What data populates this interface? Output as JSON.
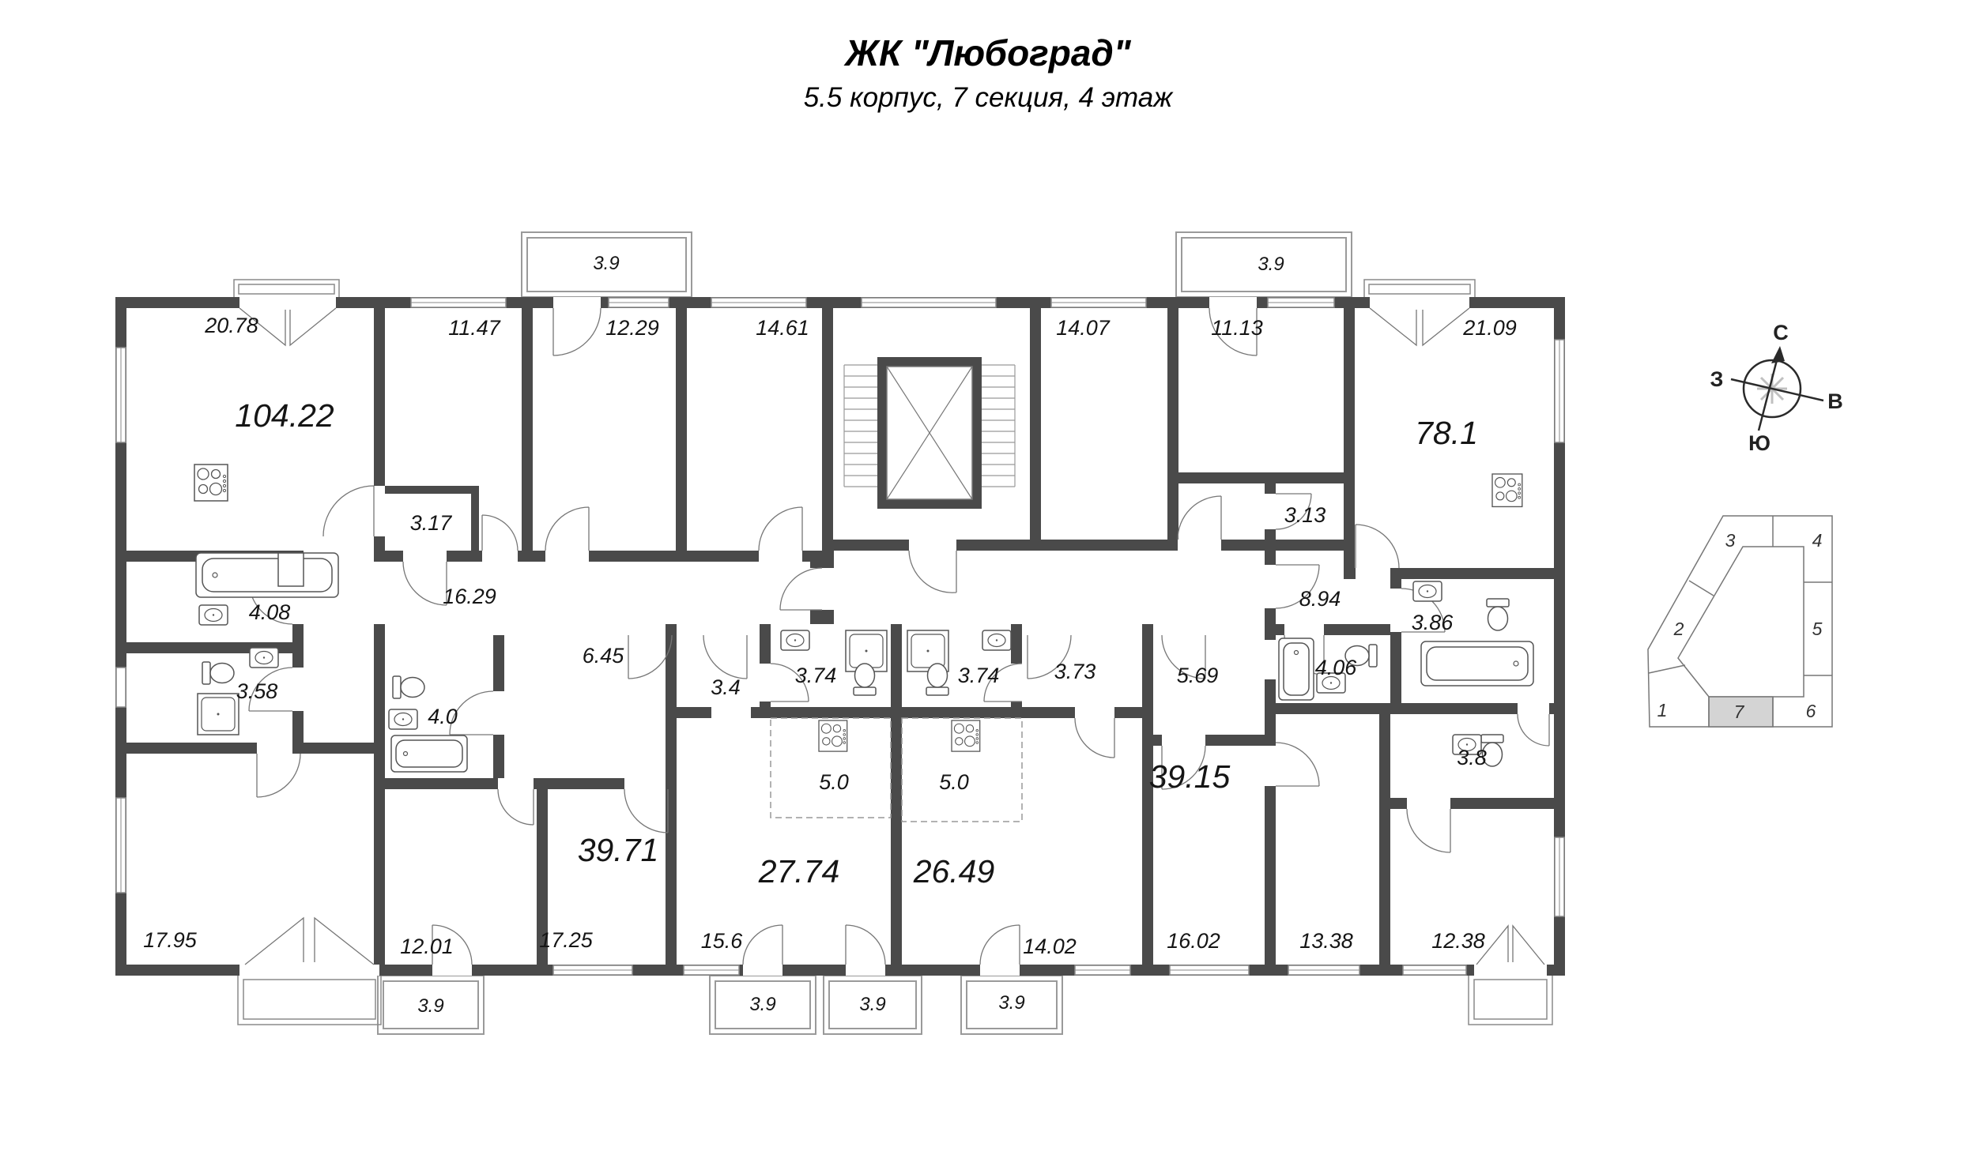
{
  "header": {
    "title": "ЖК \"Любоград\"",
    "subtitle": "5.5 корпус, 7 секция, 4 этаж"
  },
  "floor_plan": {
    "apartment_area_labels": [
      {
        "id": "apt-104.22",
        "area": "104.22"
      },
      {
        "id": "apt-78.1",
        "area": "78.1"
      },
      {
        "id": "apt-39.71",
        "area": "39.71"
      },
      {
        "id": "apt-27.74",
        "area": "27.74"
      },
      {
        "id": "apt-26.49",
        "area": "26.49"
      },
      {
        "id": "apt-39.15",
        "area": "39.15"
      }
    ],
    "room_area_labels": [
      {
        "id": "room-20.78",
        "area": "20.78"
      },
      {
        "id": "room-11.47",
        "area": "11.47"
      },
      {
        "id": "room-12.29",
        "area": "12.29"
      },
      {
        "id": "room-14.61",
        "area": "14.61"
      },
      {
        "id": "room-14.07",
        "area": "14.07"
      },
      {
        "id": "room-11.13",
        "area": "11.13"
      },
      {
        "id": "room-21.09",
        "area": "21.09"
      },
      {
        "id": "room-3.17",
        "area": "3.17"
      },
      {
        "id": "room-16.29",
        "area": "16.29"
      },
      {
        "id": "room-4.08",
        "area": "4.08"
      },
      {
        "id": "room-3.58",
        "area": "3.58"
      },
      {
        "id": "room-4.0",
        "area": "4.0"
      },
      {
        "id": "room-6.45",
        "area": "6.45"
      },
      {
        "id": "room-3.4",
        "area": "3.4"
      },
      {
        "id": "room-3.74-left",
        "area": "3.74"
      },
      {
        "id": "room-3.74-right",
        "area": "3.74"
      },
      {
        "id": "room-3.73",
        "area": "3.73"
      },
      {
        "id": "room-5.69",
        "area": "5.69"
      },
      {
        "id": "room-4.06",
        "area": "4.06"
      },
      {
        "id": "room-8.94",
        "area": "8.94"
      },
      {
        "id": "room-3.13",
        "area": "3.13"
      },
      {
        "id": "room-3.86",
        "area": "3.86"
      },
      {
        "id": "room-3.8",
        "area": "3.8"
      },
      {
        "id": "kitchen-5.0-left",
        "area": "5.0"
      },
      {
        "id": "kitchen-5.0-right",
        "area": "5.0"
      },
      {
        "id": "room-17.95",
        "area": "17.95"
      },
      {
        "id": "room-12.01",
        "area": "12.01"
      },
      {
        "id": "room-17.25",
        "area": "17.25"
      },
      {
        "id": "room-15.6",
        "area": "15.6"
      },
      {
        "id": "room-14.02",
        "area": "14.02"
      },
      {
        "id": "room-16.02",
        "area": "16.02"
      },
      {
        "id": "room-13.38",
        "area": "13.38"
      },
      {
        "id": "room-12.38",
        "area": "12.38"
      }
    ],
    "balcony_area_labels": [
      {
        "id": "balcony-top-left",
        "area": "3.9"
      },
      {
        "id": "balcony-top-right",
        "area": "3.9"
      },
      {
        "id": "balcony-bottom-1",
        "area": "3.9"
      },
      {
        "id": "balcony-bottom-2",
        "area": "3.9"
      },
      {
        "id": "balcony-bottom-3",
        "area": "3.9"
      },
      {
        "id": "balcony-bottom-4",
        "area": "3.9"
      }
    ]
  },
  "compass": {
    "north": "С",
    "east": "В",
    "south": "Ю",
    "west": "З"
  },
  "building_map": {
    "sections": [
      {
        "number": "1"
      },
      {
        "number": "2"
      },
      {
        "number": "3"
      },
      {
        "number": "4"
      },
      {
        "number": "5"
      },
      {
        "number": "6"
      },
      {
        "number": "7"
      }
    ],
    "highlighted_section": "7"
  }
}
